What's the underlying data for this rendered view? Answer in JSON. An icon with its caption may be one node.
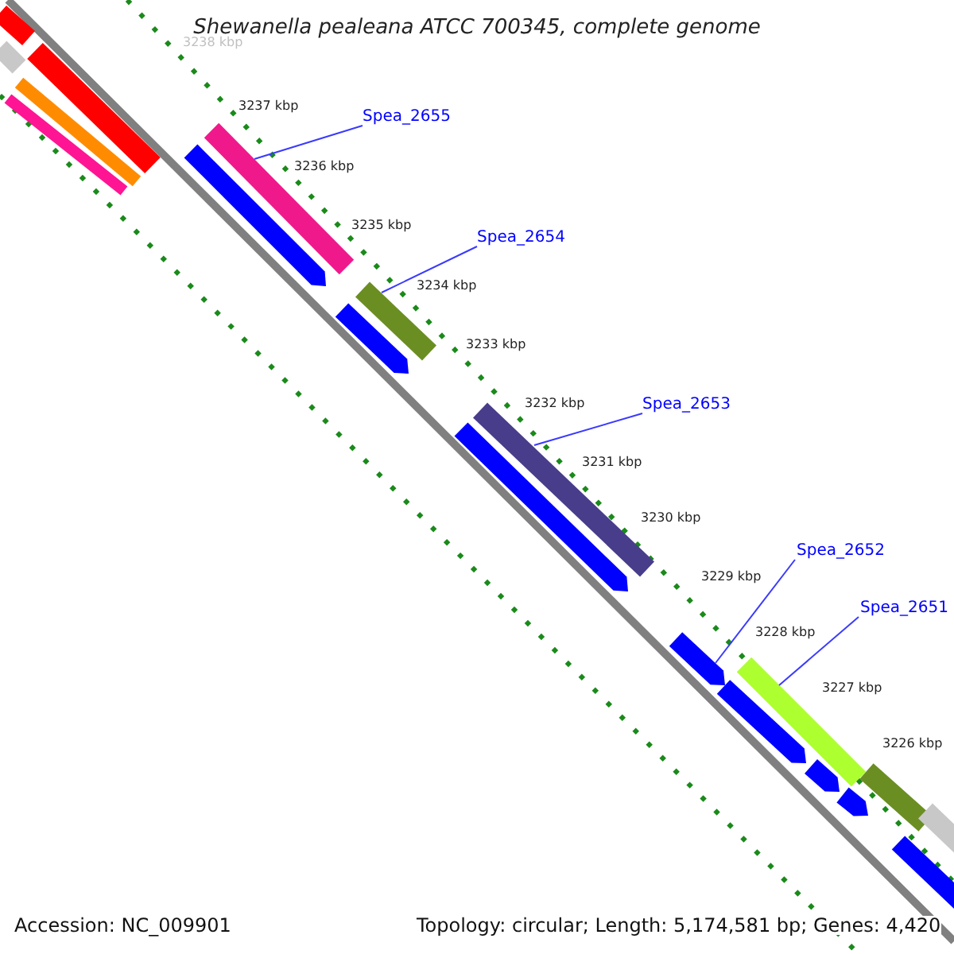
{
  "diagram": {
    "title": "Shewanella pealeana ATCC 700345, complete genome",
    "nodes": [
      {
        "text": [
          "Spea_2655"
        ]
      },
      {
        "text": [],
        "shape": "bar"
      },
      {
        "text": [
          "Spea_2654"
        ]
      },
      {
        "text": [],
        "shape": "bar"
      },
      {
        "text": [
          "Spea_2653"
        ]
      },
      {
        "text": [],
        "shape": "bar"
      },
      {
        "text": [
          "Spea_2652"
        ]
      },
      {
        "text": [],
        "shape": "pentagon"
      },
      {
        "text": [
          "Spea_2651"
        ]
      },
      {
        "text": [],
        "shape": "bar"
      },
      {
        "text": [],
        "shape": "bar"
      },
      {
        "text": [],
        "shape": "bar"
      },
      {
        "text": [],
        "shape": "bar"
      },
      {
        "text": [],
        "shape": "bar"
      },
      {
        "text": [],
        "shape": "bar"
      },
      {
        "text": [],
        "shape": "pentagon"
      },
      {
        "text": [],
        "shape": "pentagon"
      },
      {
        "text": [],
        "shape": "pentagon"
      },
      {
        "text": [],
        "shape": "pentagon"
      },
      {
        "text": [],
        "shape": "pentagon"
      },
      {
        "text": [],
        "shape": "pentagon"
      },
      {
        "text": [],
        "shape": "bar"
      },
      {
        "text": [],
        "shape": "bar"
      },
      {
        "text": [],
        "shape": "bar"
      }
    ],
    "edges": [
      {
        "from": 0,
        "to": 1,
        "arrow": "none"
      },
      {
        "from": 2,
        "to": 3,
        "arrow": "none"
      },
      {
        "from": 4,
        "to": 5,
        "arrow": "none"
      },
      {
        "from": 6,
        "to": 7,
        "arrow": "none"
      },
      {
        "from": 8,
        "to": 9,
        "arrow": "none"
      }
    ],
    "labels": [
      "3238 kbp",
      "3237 kbp",
      "3236 kbp",
      "3235 kbp",
      "3234 kbp",
      "3233 kbp",
      "3232 kbp",
      "3231 kbp",
      "3230 kbp",
      "3229 kbp",
      "3228 kbp",
      "3227 kbp",
      "3226 kbp",
      "Accession: NC_009901",
      "Topology: circular; Length: 5,174,581 bp; Genes: 4,420"
    ]
  }
}
